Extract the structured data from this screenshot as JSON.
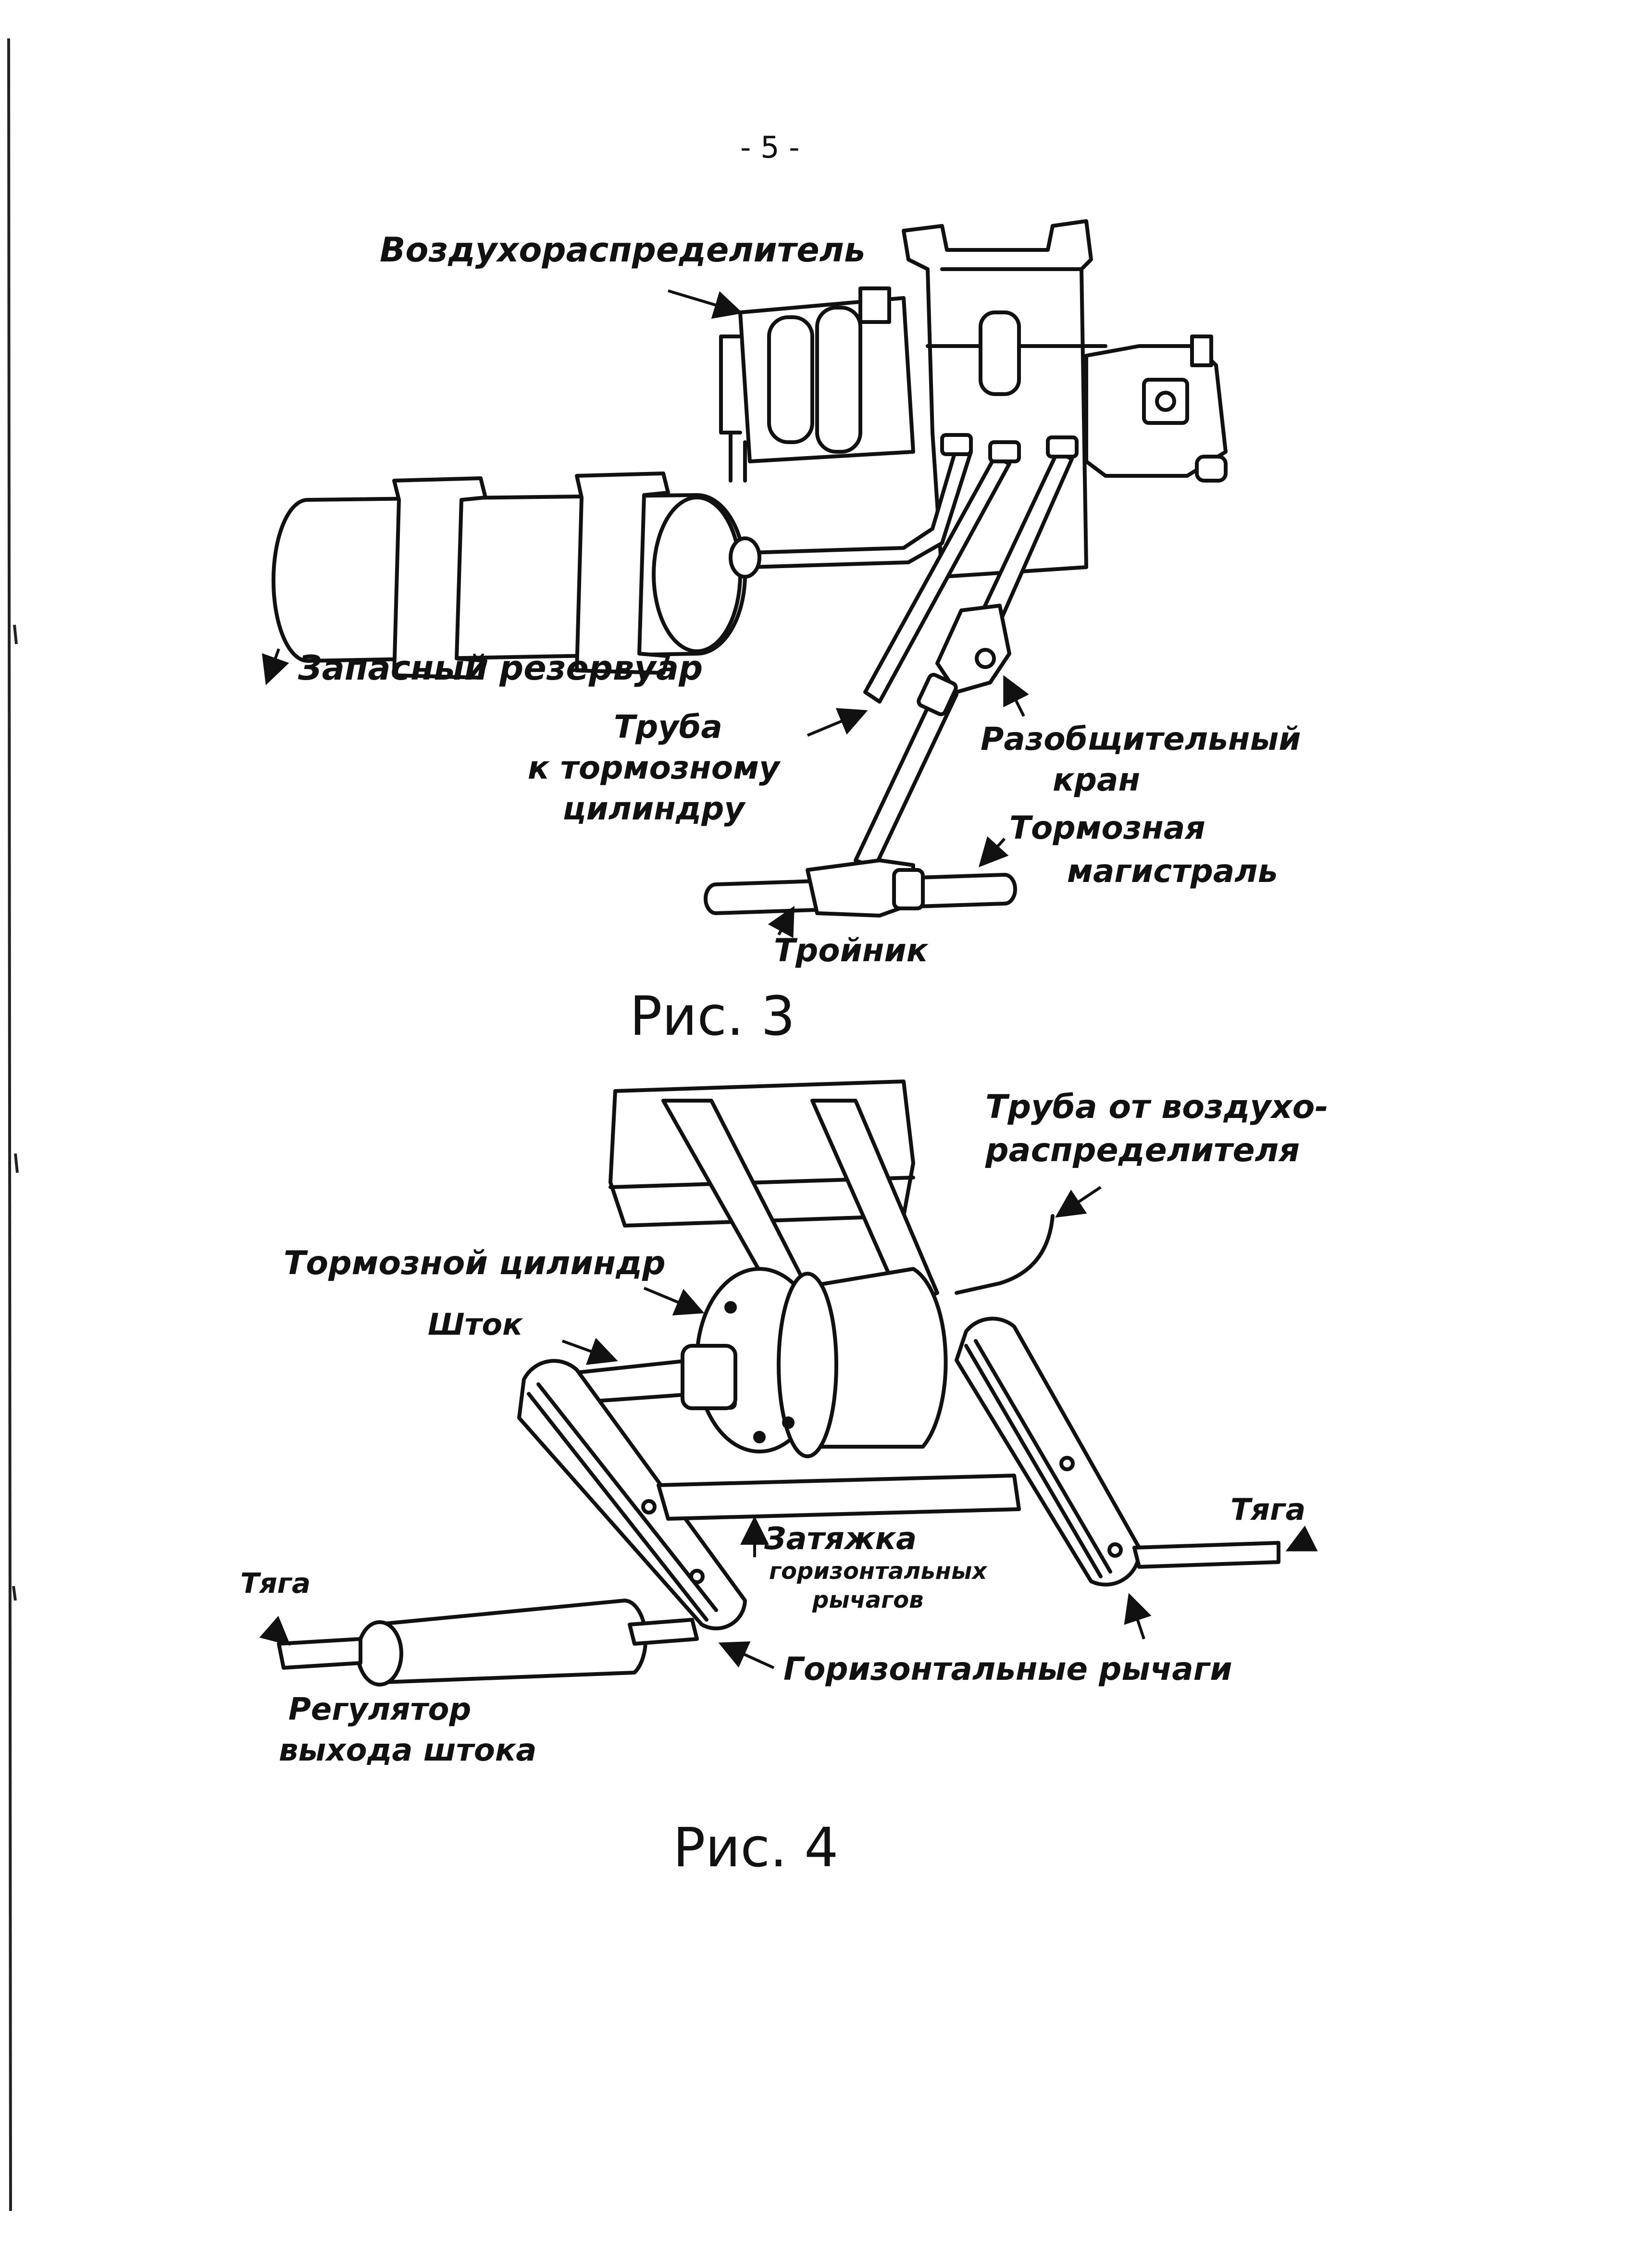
{
  "page_number": "- 5 -",
  "figure3": {
    "caption": "Рис. 3",
    "labels": {
      "air_distributor": "Воздухораспределитель",
      "reserve_tank": "Запасный резервуар",
      "pipe_to_cylinder_1": "Труба",
      "pipe_to_cylinder_2": "к тормозному",
      "pipe_to_cylinder_3": "цилиндру",
      "isolating_valve_1": "Разобщительный",
      "isolating_valve_2": "кран",
      "brake_line_1": "Тормозная",
      "brake_line_2": "магистраль",
      "tee": "Тройник"
    }
  },
  "figure4": {
    "caption": "Рис. 4",
    "labels": {
      "pipe_from_distributor_1": "Труба от воздухо-",
      "pipe_from_distributor_2": "распределителя",
      "brake_cylinder": "Тормозной цилиндр",
      "rod": "Шток",
      "rod_right": "Тяга",
      "tie_1": "Затяжка",
      "tie_2": "горизонтальных",
      "tie_3": "рычагов",
      "rod_left": "Тяга",
      "horizontal_levers": "Горизонтальные рычаги",
      "slack_adjuster_1": "Регулятор",
      "slack_adjuster_2": "выхода штока"
    }
  }
}
